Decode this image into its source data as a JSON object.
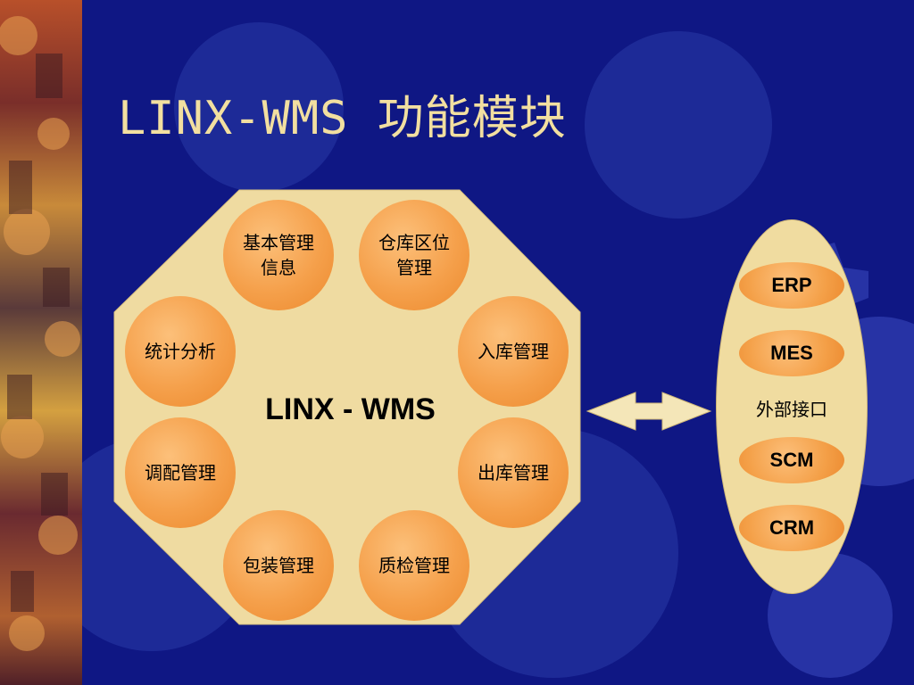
{
  "slide": {
    "title": "LINX-WMS 功能模块"
  },
  "diagram": {
    "core_label": "LINX - WMS",
    "modules": [
      {
        "id": "basic-info",
        "label": "基本管理\n信息"
      },
      {
        "id": "location",
        "label": "仓库区位\n管理"
      },
      {
        "id": "inbound",
        "label": "入库管理"
      },
      {
        "id": "outbound",
        "label": "出库管理"
      },
      {
        "id": "quality",
        "label": "质检管理"
      },
      {
        "id": "packaging",
        "label": "包装管理"
      },
      {
        "id": "allocation",
        "label": "调配管理"
      },
      {
        "id": "statistics",
        "label": "统计分析"
      }
    ],
    "external": {
      "label": "外部接口",
      "systems": [
        "ERP",
        "MES",
        "SCM",
        "CRM"
      ]
    }
  },
  "colors": {
    "background": "#0f1784",
    "octagon": "#efdba1",
    "module": "#f5a04b",
    "title": "#f2dfa0"
  }
}
